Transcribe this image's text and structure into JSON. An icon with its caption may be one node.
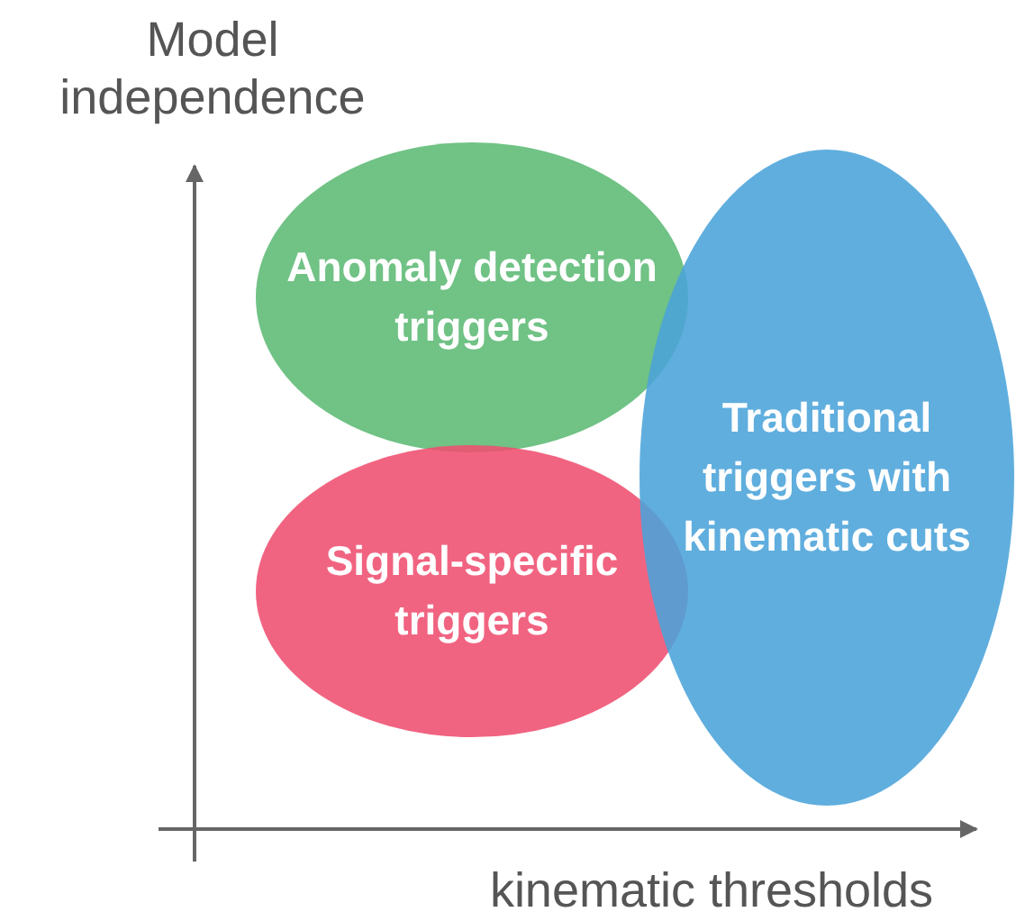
{
  "diagram": {
    "nodes": [
      {
        "text": [
          "Anomaly detection triggers"
        ]
      },
      {
        "text": [
          "Signal-specific triggers"
        ]
      },
      {
        "text": [
          "Traditional triggers with kinematic cuts"
        ]
      }
    ],
    "labels": [
      "Model independence",
      "kinematic thresholds"
    ]
  }
}
